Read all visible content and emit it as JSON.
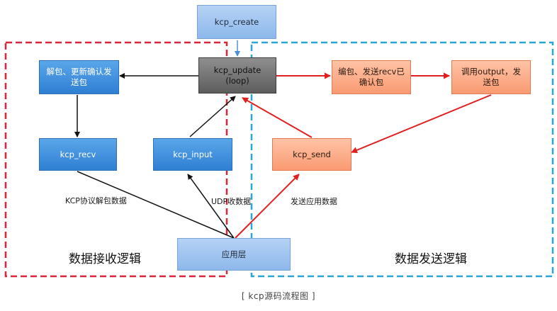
{
  "nodes": {
    "kcp_create": "kcp_create",
    "kcp_update": "kcp_update\n(loop)",
    "unpack": "解包、更新确认发\n送包",
    "encode": "编包、发送recv已\n确认包",
    "output": "调用output，发\n送包",
    "kcp_recv": "kcp_recv",
    "kcp_input": "kcp_input",
    "kcp_send": "kcp_send",
    "app_layer": "应用层"
  },
  "edge_labels": {
    "kcp_unpack": "KCP协议解包数据",
    "udp_recv": "UDP收数据",
    "send_app": "发送应用数据"
  },
  "regions": {
    "receive": "数据接收逻辑",
    "send": "数据发送逻辑"
  },
  "caption": "[ kcp源码流程图 ]",
  "colors": {
    "receive_border": "#d9263a",
    "send_border": "#2aa6d6",
    "red_arrow": "#e02020",
    "black_arrow": "#111111",
    "blue_arrow": "#4a90d9"
  }
}
